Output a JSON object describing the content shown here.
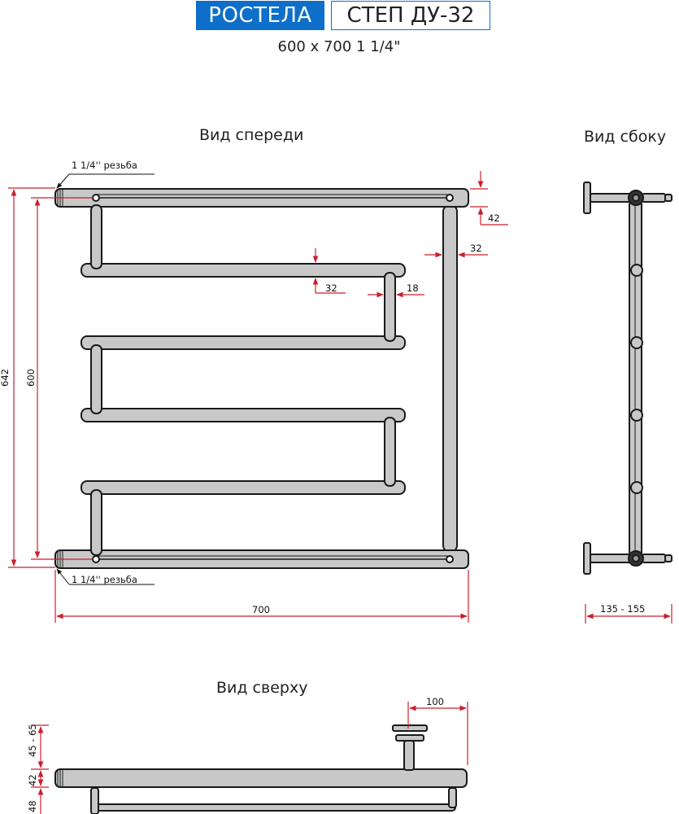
{
  "header": {
    "brand": "РОСТЕЛА",
    "model": "СТЕП ДУ-32",
    "subtitle": "600 x 700 1 1/4\""
  },
  "views": {
    "front": "Вид спереди",
    "side": "Вид сбоку",
    "top": "Вид сверху"
  },
  "dimensions": {
    "thread_top": "1 1/4'' резьба",
    "thread_bottom": "1 1/4'' резьба",
    "d42": "42",
    "d32_right": "32",
    "d32_mid": "32",
    "d18": "18",
    "h642": "642",
    "h600": "600",
    "w700": "700",
    "side_depth": "135 - 155",
    "top_100": "100",
    "top_45_65": "45 - 65",
    "top_42": "42",
    "top_48": "48"
  },
  "colors": {
    "dimension_line": "#cc1f2e",
    "brand_blue": "#0d6fc9",
    "pipe_fill": "#c8c8c8",
    "pipe_stroke": "#1a1a1a"
  }
}
